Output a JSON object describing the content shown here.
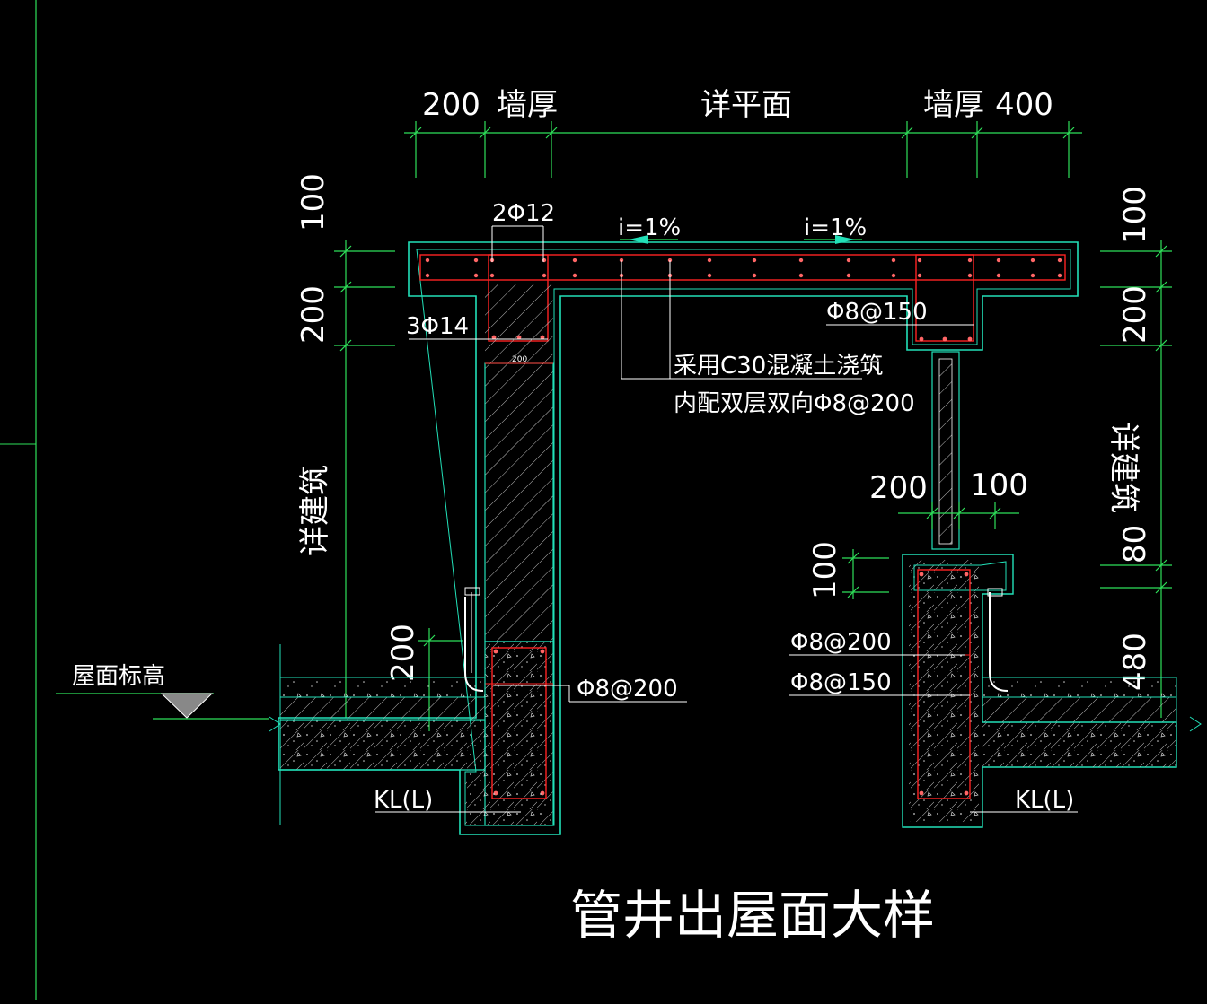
{
  "colors": {
    "background": "#000000",
    "outline": "#22e0b8",
    "dimension": "#2ee05a",
    "rebar": "#ff2222",
    "text": "#ffffff",
    "arrow": "#22e0b8",
    "hatch": "#cfcfcf"
  },
  "title": "管井出屋面大样",
  "top_dims": {
    "d1": "200",
    "d2": "墙厚",
    "d3": "详平面",
    "d4": "墙厚",
    "d5": "400"
  },
  "left_dims": {
    "d100": "100",
    "d200": "200",
    "detail_note": "详建筑",
    "d200b": "200"
  },
  "right_dims": {
    "d100": "100",
    "d200": "200",
    "detail_note": "详建筑",
    "d80": "80",
    "d480": "480"
  },
  "mid_dims": {
    "d200": "200",
    "d100": "100",
    "d100v": "100"
  },
  "slope": {
    "left": "i=1%",
    "right": "i=1%"
  },
  "rebar": {
    "top_bars": "2Φ12",
    "bottom_bars": "3Φ14",
    "stirrup_beam": "Φ8@150",
    "slab_note_1": "采用C30混凝土浇筑",
    "slab_note_2": "内配双层双向Φ8@200",
    "wall_small_dim": "200",
    "left_curb_bar": "Φ8@200",
    "right_curb_bar_1": "Φ8@200",
    "right_curb_bar_2": "Φ8@150"
  },
  "roof_level_label": "屋面标高",
  "beam_left": "KL(L)",
  "beam_right": "KL(L)"
}
